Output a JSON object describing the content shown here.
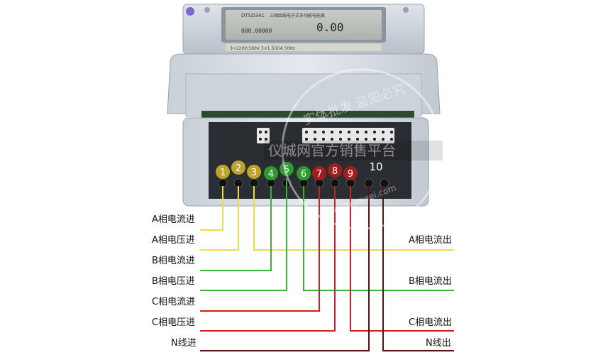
{
  "meter": {
    "model": "DTSD341",
    "title": "三相四线电子式多功能电能表",
    "lcd_reading": "0.00",
    "lcd_small": "000.00000",
    "rating_text": "3×220V/380V  3×1.5(6)A  50Hz"
  },
  "terminals": [
    {
      "number": "1",
      "color": "#bba52a"
    },
    {
      "number": "2",
      "color": "#bba52a"
    },
    {
      "number": "3",
      "color": "#bba52a"
    },
    {
      "number": "4",
      "color": "#2f9a2f"
    },
    {
      "number": "5",
      "color": "#2f9a2f"
    },
    {
      "number": "6",
      "color": "#2f9a2f"
    },
    {
      "number": "7",
      "color": "#a01e1e"
    },
    {
      "number": "8",
      "color": "#a01e1e"
    },
    {
      "number": "9",
      "color": "#a01e1e"
    },
    {
      "number": "10",
      "color": "#111111"
    }
  ],
  "labels_left": [
    "A相电流进",
    "A相电压进",
    "B相电流进",
    "B相电压进",
    "C相电流进",
    "C相电压进",
    "N线进"
  ],
  "labels_right": [
    "A相电流出",
    "B相电流出",
    "C相电流出",
    "N线出"
  ],
  "wire_colors": {
    "yellow": "#f2dc3c",
    "green": "#36b436",
    "red": "#d01f1f",
    "dark": "#5a1010"
  },
  "watermark": [
    "实体批发 盗图必究",
    "仪城网官方销售平台",
    "www.cswei.com"
  ]
}
